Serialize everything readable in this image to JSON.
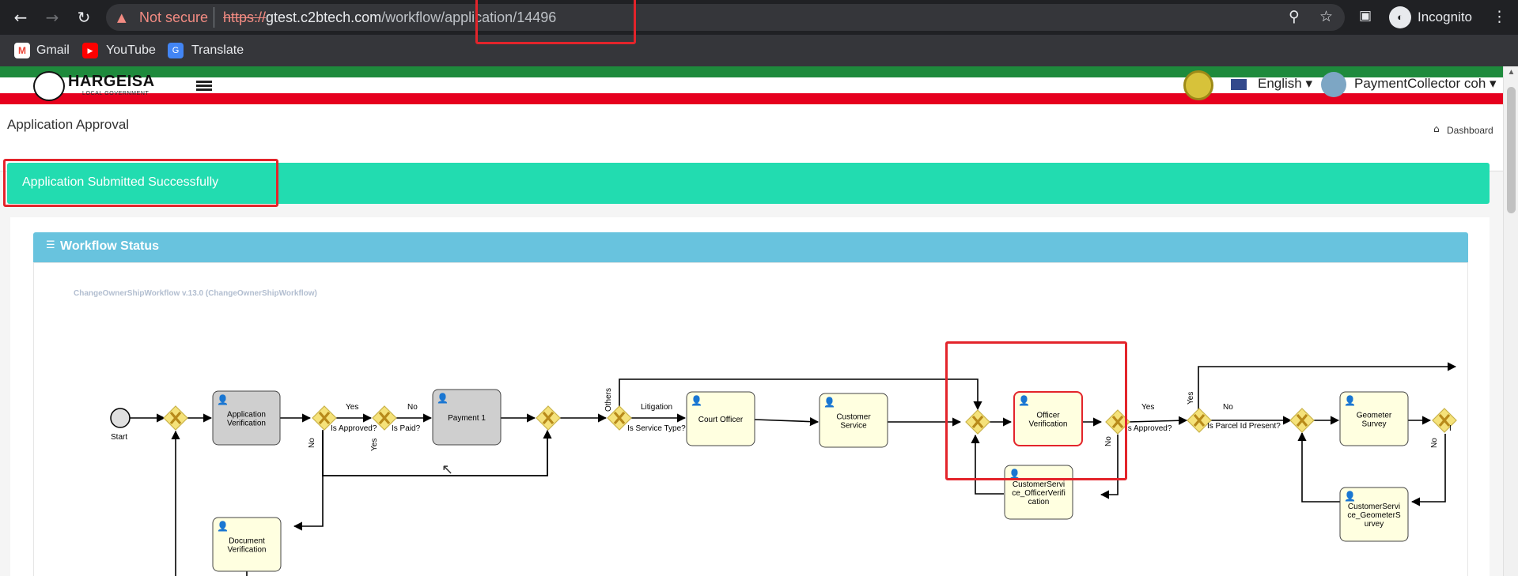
{
  "browser": {
    "security_label": "Not secure",
    "url_scheme": "https://",
    "url_host": "gtest.c2btech.com",
    "url_path": "/workflow/application/14496",
    "profile_label": "Incognito",
    "bookmarks": [
      {
        "label": "Gmail",
        "color": "#ea4335"
      },
      {
        "label": "YouTube",
        "color": "#ff0000"
      },
      {
        "label": "Translate",
        "color": "#4285f4"
      }
    ]
  },
  "header": {
    "logo_text": "HARGEISA",
    "logo_sub": "LOCAL GOVERNMENT",
    "language": "English",
    "user": "PaymentCollector coh"
  },
  "page": {
    "title": "Application Approval",
    "breadcrumb": "Dashboard",
    "alert": "Application Submitted Successfully"
  },
  "panel": {
    "title": "Workflow Status",
    "workflow_name": "ChangeOwnerShipWorkflow v.13.0 (ChangeOwnerShipWorkflow)"
  },
  "diagram": {
    "start_label": "Start",
    "tasks": [
      {
        "id": "app-verif",
        "label": [
          "Application",
          "Verification"
        ],
        "state": "done"
      },
      {
        "id": "payment1",
        "label": [
          "Payment 1"
        ],
        "state": "done"
      },
      {
        "id": "doc-verif",
        "label": [
          "Document",
          "Verification"
        ],
        "state": "todo"
      },
      {
        "id": "court-officer",
        "label": [
          "Court Officer"
        ],
        "state": "todo"
      },
      {
        "id": "customer-service",
        "label": [
          "Customer",
          "Service"
        ],
        "state": "todo"
      },
      {
        "id": "officer-verif",
        "label": [
          "Officer",
          "Verification"
        ],
        "state": "active"
      },
      {
        "id": "cs-officer",
        "label": [
          "CustomerServi",
          "ce_OfficerVerifi",
          "cation"
        ],
        "state": "todo"
      },
      {
        "id": "geometer",
        "label": [
          "Geometer",
          "Survey"
        ],
        "state": "todo"
      },
      {
        "id": "cs-geometer",
        "label": [
          "CustomerServi",
          "ce_GeometerS",
          "urvey"
        ],
        "state": "todo"
      }
    ],
    "labels": {
      "is_approved": "Is Approved?",
      "is_paid": "Is Paid?",
      "is_service_type": "Is Service Type?",
      "is_parcel": "Is Parcel Id Present?",
      "yes": "Yes",
      "no": "No",
      "others": "Others",
      "litigation": "Litigation"
    },
    "colors": {
      "done_fill": "#cfcfcf",
      "todo_fill": "#ffffe0",
      "active_border": "#e3242b",
      "gateway_fill": "#f5e27a",
      "gateway_mark": "#b88a1a"
    }
  }
}
